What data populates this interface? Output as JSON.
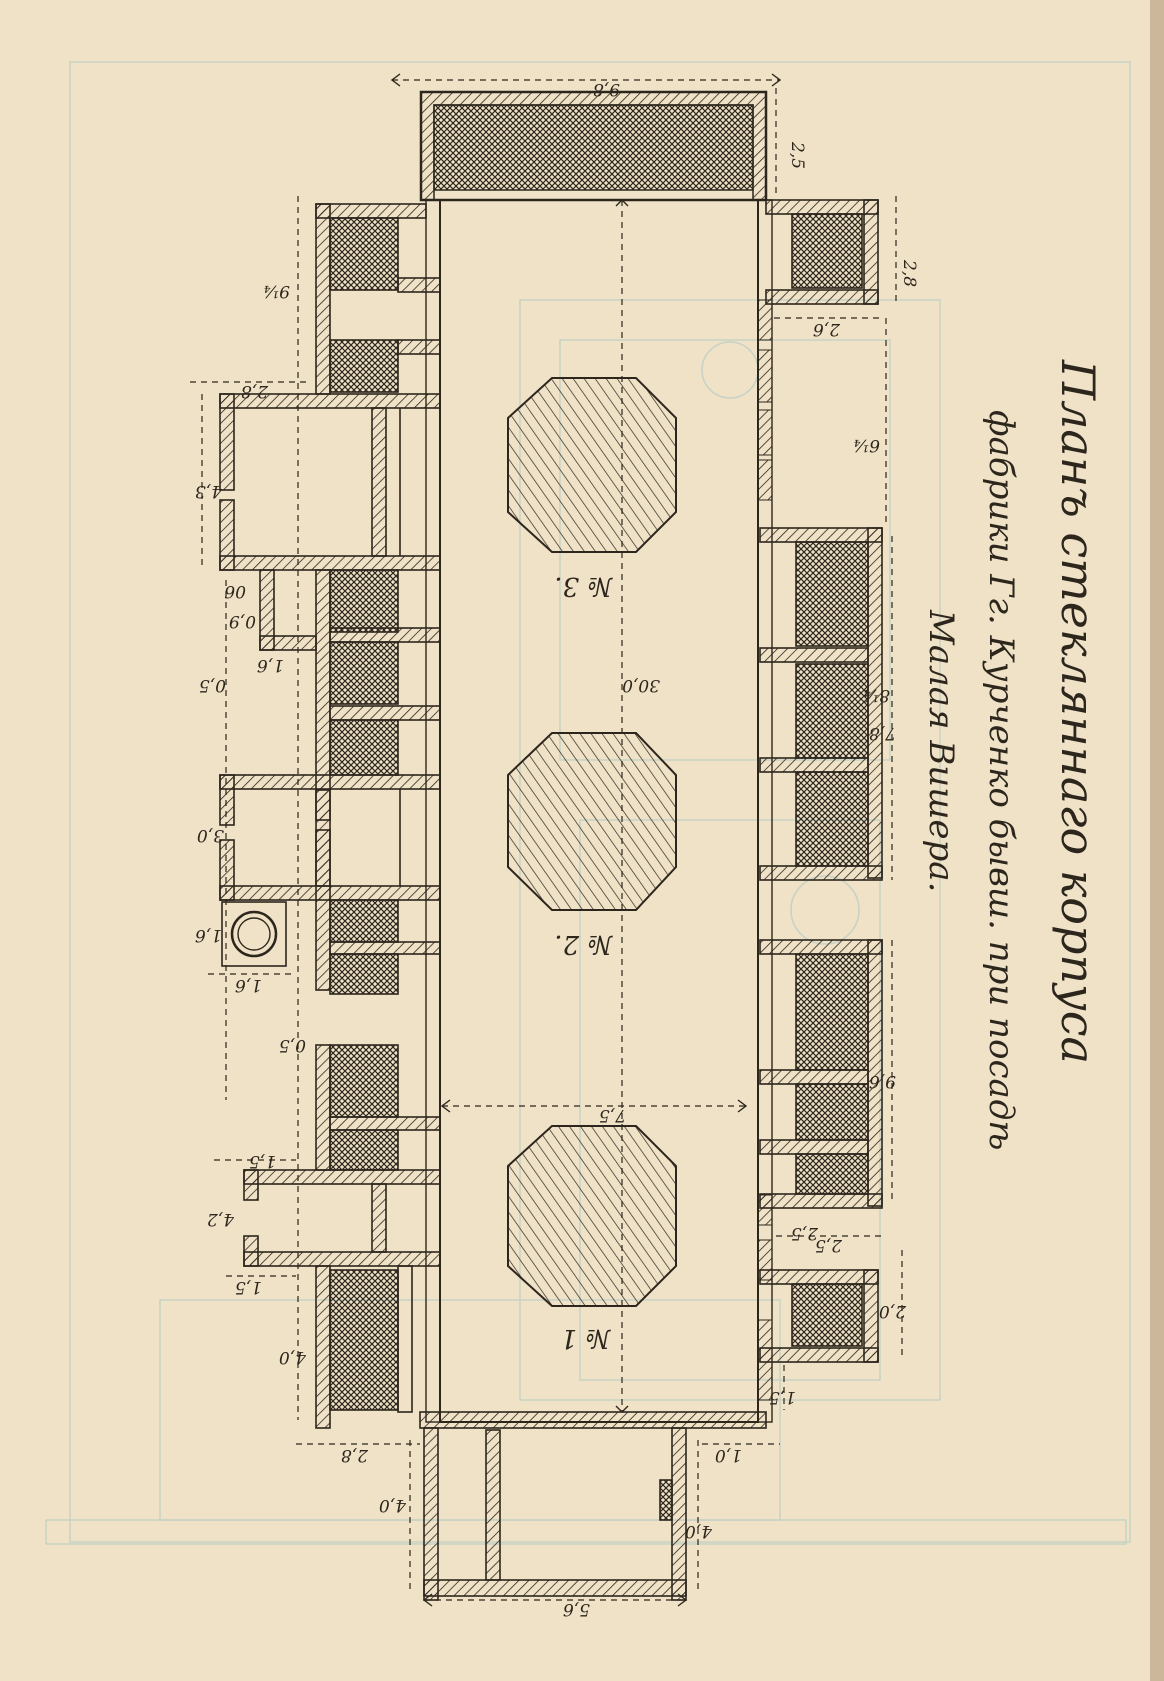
{
  "title": {
    "line1": "Планъ стекляннаго корпуса",
    "line2": "фабрики Гг. Курченко бывш. при посадѣ",
    "line3": "Малая Вишера."
  },
  "furnaces": [
    {
      "label": "№ 3."
    },
    {
      "label": "№ 2."
    },
    {
      "label": "№ 1"
    }
  ],
  "dimensions": {
    "top_overall": "9,8",
    "top_block_depth": "2,5",
    "center_length": "30,0",
    "center_width": "7,5",
    "left": [
      "9¼",
      "2,8",
      "4,3",
      "06",
      "0,9",
      "1,6",
      "0,5",
      "3,0",
      "1,6",
      "1,6",
      "0,5",
      "1,5",
      "4,2",
      "1,5",
      "4,0",
      "2,8"
    ],
    "right": [
      "2,8",
      "2,6",
      "6¼",
      "7,8",
      "8¼",
      "9,6",
      "2,5",
      "2,5",
      "2,0",
      "1,5"
    ],
    "bottom": [
      "4,0",
      "4,0",
      "5,6",
      "1,0"
    ]
  },
  "colors": {
    "paper": "#efe2c7",
    "ink": "#2d261d",
    "bleed": "#a9c4c2"
  },
  "icons": [
    "round-vessel-icon"
  ]
}
